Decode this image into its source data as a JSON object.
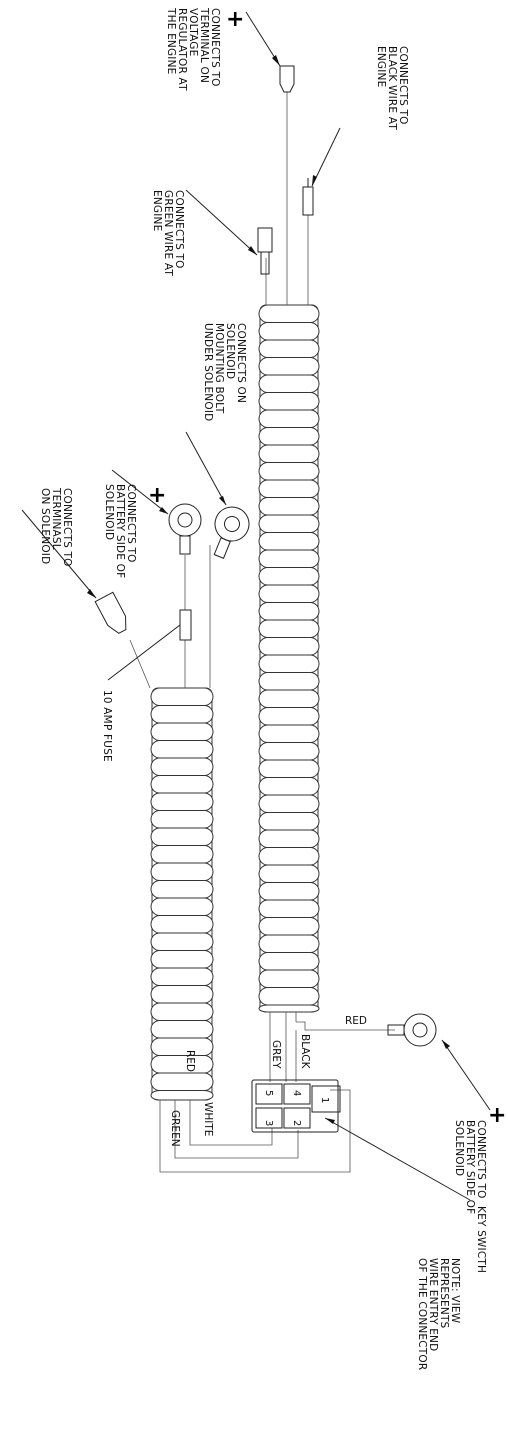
{
  "labels": {
    "voltage_regulator": [
      "CONNECTS TO",
      "TERMINAL ON",
      "VOLTAGE",
      "REGULATOR AT",
      "THE ENGINE"
    ],
    "black_wire": [
      "CONNECTS TO",
      "BLACK WIRE AT",
      "ENGINE"
    ],
    "green_wire": [
      "CONNECTS TO",
      "GREEN WIRE AT",
      "ENGINE"
    ],
    "solenoid_bolt": [
      "CONNECTS ON",
      "SOLENOID",
      "MOUNTING BOLT",
      "UNDER SOLENOID"
    ],
    "battery_side_1": [
      "CONNECTS TO",
      "BATTERY SIDE OF",
      "SOLENOID"
    ],
    "terminal_s": [
      "CONNECTS TO",
      "TERMINASL",
      "ON SOLENOID"
    ],
    "fuse": "10 AMP FUSE",
    "battery_side_2": [
      "CONNECTS TO",
      "BATTERY SIDE OF",
      "SOLENOID"
    ],
    "key_switch": "KEY SWICTH",
    "note": [
      "NOTE: VIEW",
      "REPRESENTS",
      "WIRE ENTRY END",
      "OF THE CONNECTOR"
    ]
  },
  "wires": {
    "red_top": "RED",
    "black": "BLACK",
    "grey": "GREY",
    "white": "WHITE",
    "red": "RED",
    "green": "GREEN"
  },
  "pins": [
    "1",
    "2",
    "3",
    "4",
    "5"
  ],
  "plus_sign": "+"
}
